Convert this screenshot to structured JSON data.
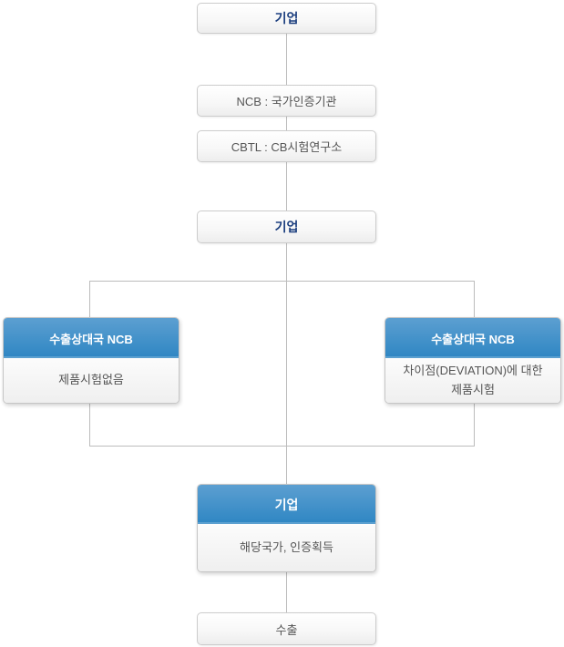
{
  "colors": {
    "background": "#ffffff",
    "connector_line": "#bcbcbc",
    "box_border": "#cccccc",
    "plain_box_gradient_top": "#ffffff",
    "plain_box_gradient_bottom": "#ededed",
    "header_gradient_top": "#5c9fd1",
    "header_gradient_bottom": "#2e86c3",
    "header_text": "#ffffff",
    "company_text_blue": "#1c3f7f",
    "body_text_gray": "#555555"
  },
  "nodes": {
    "company_top": {
      "label": "기업"
    },
    "ncb": {
      "label": "NCB : 국가인증기관"
    },
    "cbtl": {
      "label": "CBTL : CB시험연구소"
    },
    "company_mid": {
      "label": "기업"
    },
    "partner_left": {
      "header": "수출상대국 NCB",
      "body": "제품시험없음"
    },
    "partner_right": {
      "header": "수출상대국 NCB",
      "body": "차이점(DEVIATION)에 대한 제품시험"
    },
    "company_bottom": {
      "header": "기업",
      "body": "해당국가, 인증획득"
    },
    "export": {
      "label": "수출"
    }
  }
}
